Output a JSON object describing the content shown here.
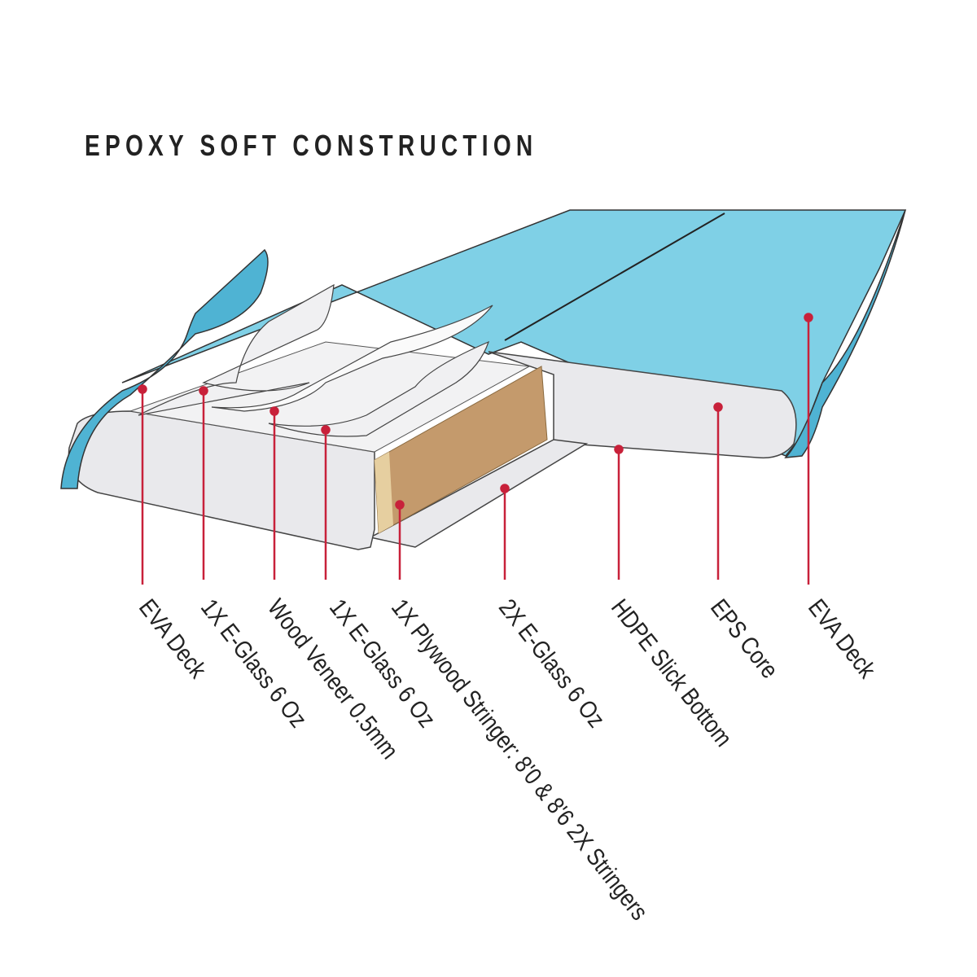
{
  "title": "EPOXY SOFT CONSTRUCTION",
  "colors": {
    "deck": "#7fd0e6",
    "deck_dark": "#4fb3d3",
    "core": "#e9e9ec",
    "stringer": "#c49a6c",
    "callout": "#c8213a"
  },
  "callouts": [
    {
      "label": "EVA Deck"
    },
    {
      "label": "1X E-Glass 6 Oz"
    },
    {
      "label": "Wood Veneer 0.5mm"
    },
    {
      "label": "1X E-Glass 6 Oz"
    },
    {
      "label": "1X Plywood Stringer: 8'0 & 8'6 2X Stringers"
    },
    {
      "label": "2X E-Glass 6 Oz"
    },
    {
      "label": "HDPE Slick Bottom"
    },
    {
      "label": "EPS Core"
    },
    {
      "label": "EVA Deck"
    }
  ]
}
